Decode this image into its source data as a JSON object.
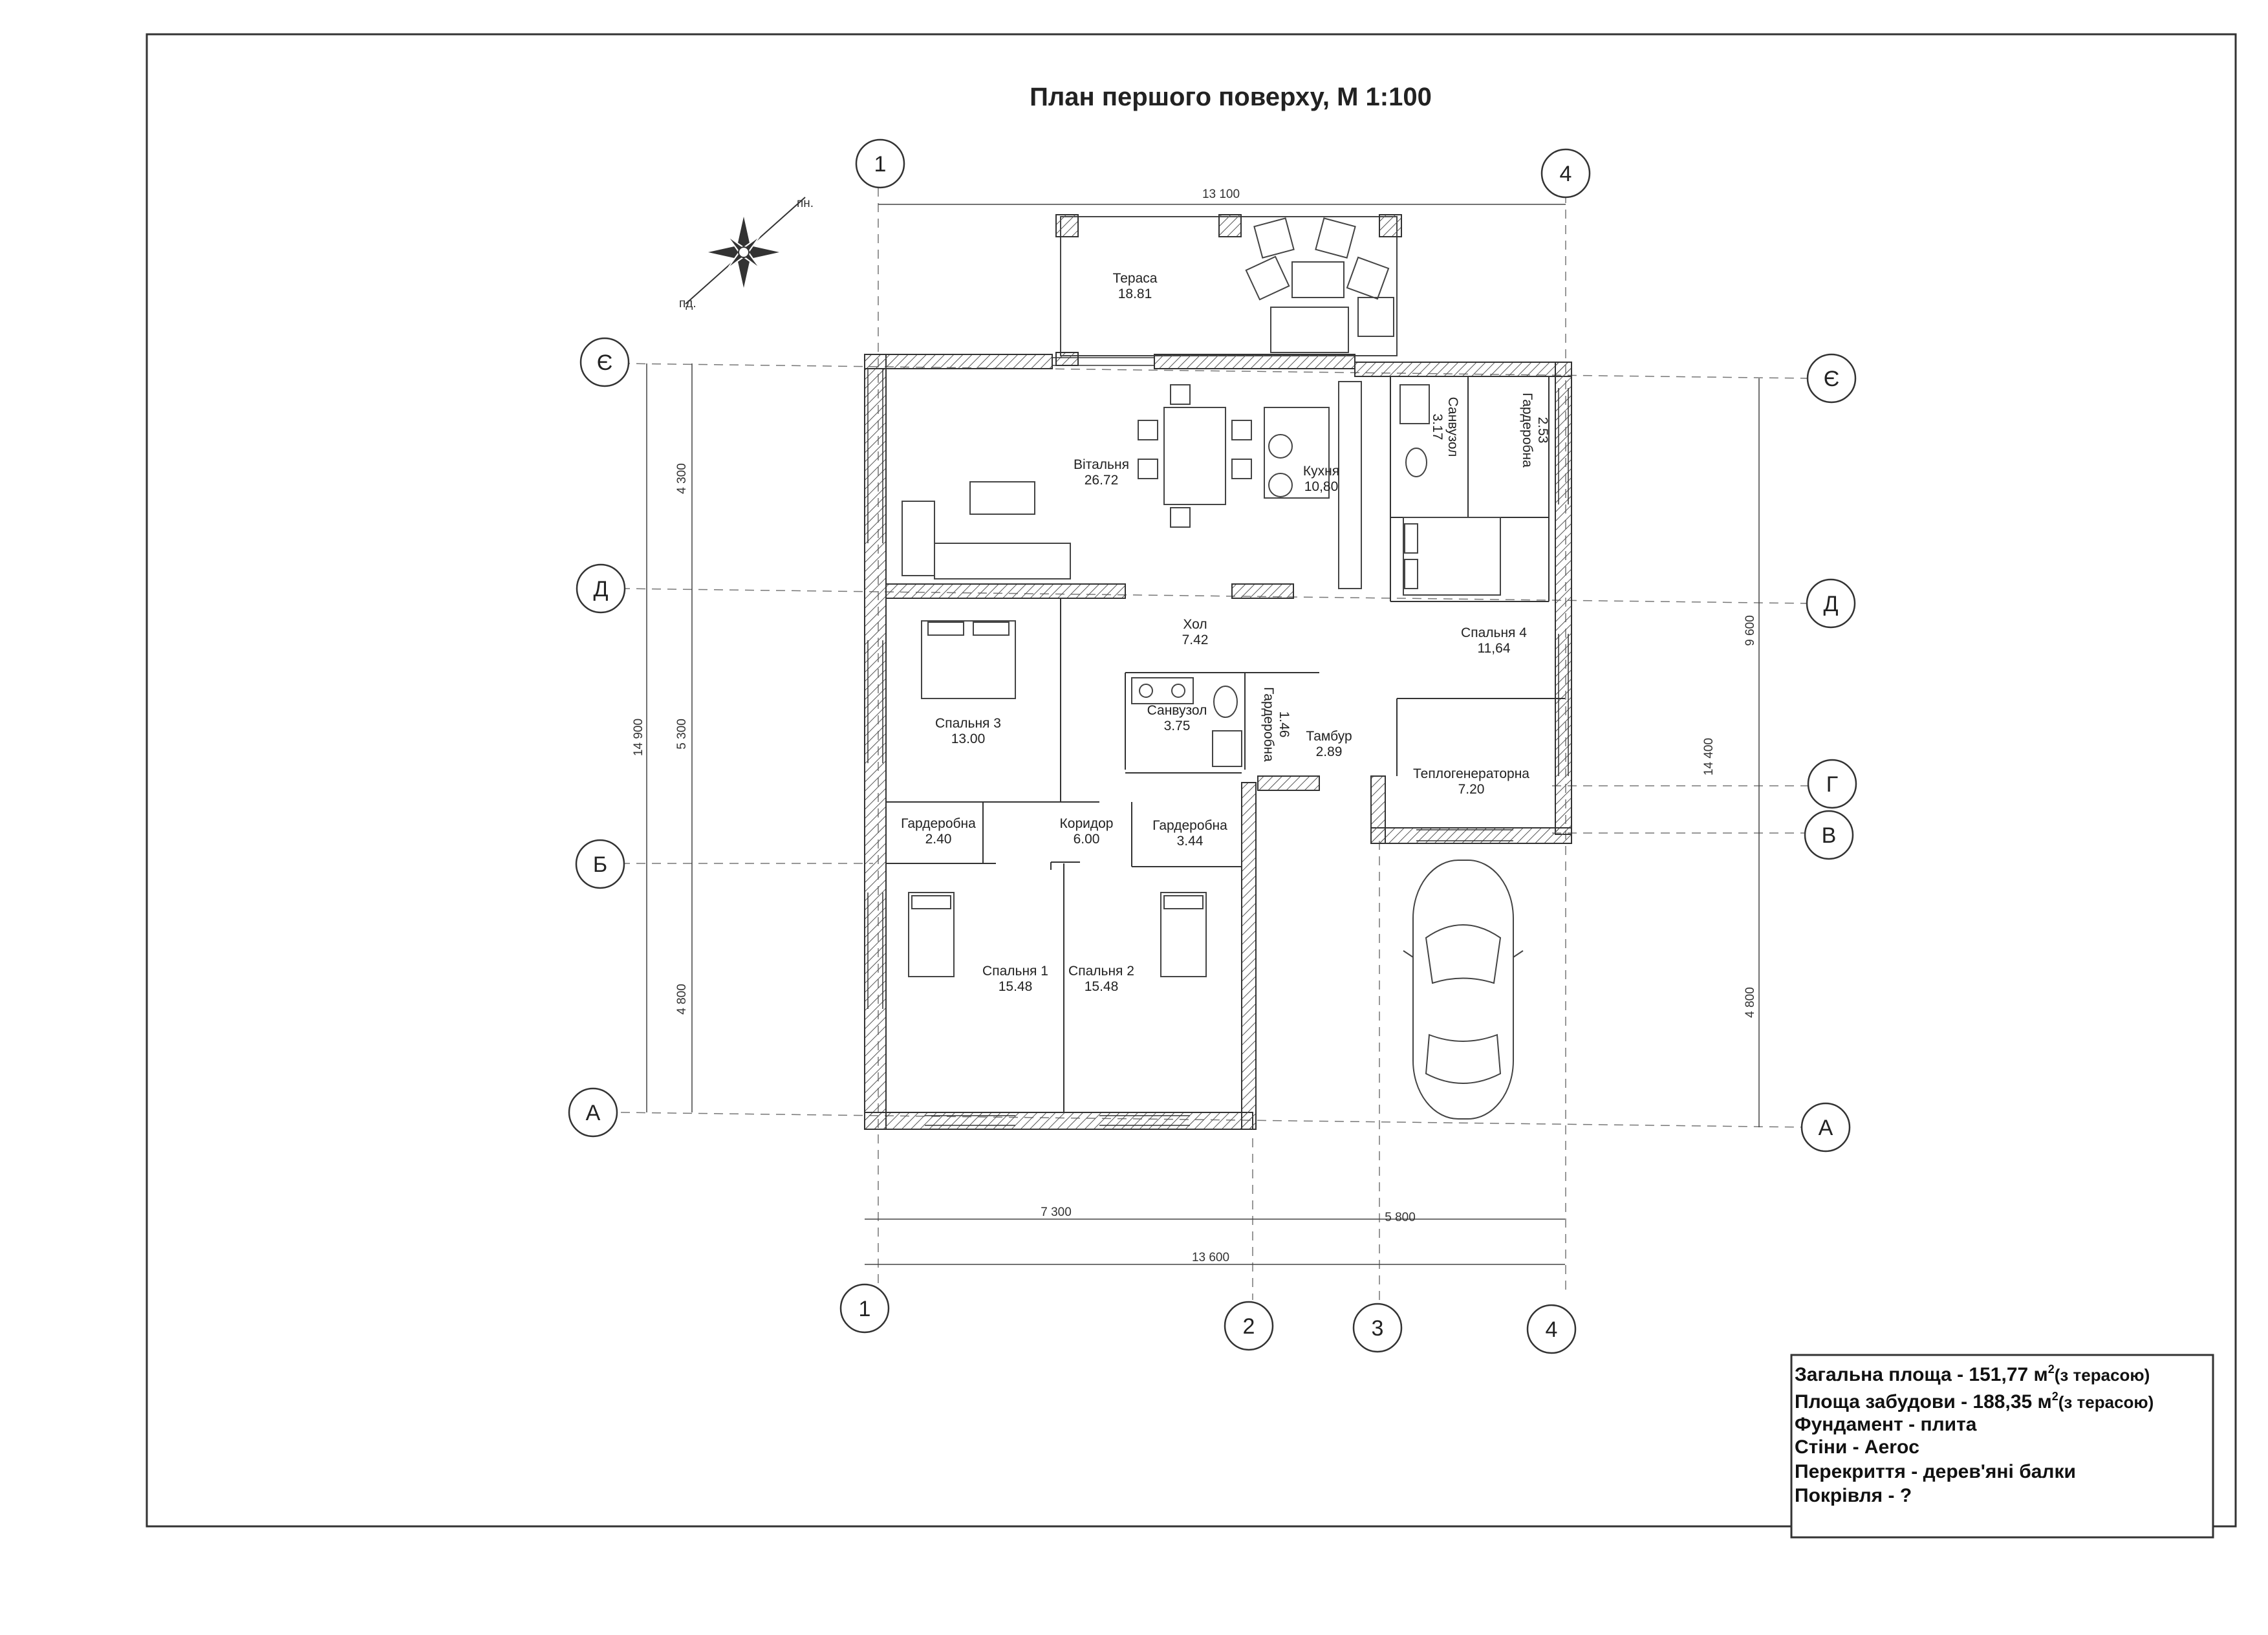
{
  "title": "План першого поверху, М 1:100",
  "compass": {
    "north": "пн.",
    "south": "пд."
  },
  "axes": {
    "top": [
      "1",
      "4"
    ],
    "bottom": [
      "1",
      "2",
      "3",
      "4"
    ],
    "left": [
      "Є",
      "Д",
      "Б",
      "А"
    ],
    "right": [
      "Є",
      "Д",
      "Г",
      "В",
      "А"
    ]
  },
  "dimensions": {
    "top_overall": "13 100",
    "bottom_seg1": "7 300",
    "bottom_seg2": "5 800",
    "bottom_overall": "13 600",
    "left_seg1": "4 300",
    "left_seg2": "5 300",
    "left_seg3": "4 800",
    "left_overall": "14 900",
    "right_seg1": "9 600",
    "right_overall": "14 400",
    "right_seg2": "4 800"
  },
  "rooms": [
    {
      "name": "Тераса",
      "area": "18.81"
    },
    {
      "name": "Вітальня",
      "area": "26.72"
    },
    {
      "name": "Кухня",
      "area": "10,80"
    },
    {
      "name": "Санвузол",
      "area": "3.17"
    },
    {
      "name": "Гардеробна",
      "area": "2.53"
    },
    {
      "name": "Хол",
      "area": "7.42"
    },
    {
      "name": "Спальня 4",
      "area": "11,64"
    },
    {
      "name": "Спальня 3",
      "area": "13.00"
    },
    {
      "name": "Санвузол",
      "area": "3.75"
    },
    {
      "name": "Гардеробна",
      "area": "1.46"
    },
    {
      "name": "Тамбур",
      "area": "2.89"
    },
    {
      "name": "Теплогенераторна",
      "area": "7.20"
    },
    {
      "name": "Гардеробна",
      "area": "2.40"
    },
    {
      "name": "Коридор",
      "area": "6.00"
    },
    {
      "name": "Гардеробна",
      "area": "3.44"
    },
    {
      "name": "Спальня 1",
      "area": "15.48"
    },
    {
      "name": "Спальня 2",
      "area": "15.48"
    }
  ],
  "info": {
    "rows": [
      {
        "text": "Загальна площа - 151,77 м",
        "sup": "2",
        "suffix": "(з терасою)"
      },
      {
        "text": "Площа забудови - 188,35 м",
        "sup": "2",
        "suffix": "(з терасою)"
      },
      {
        "text": "Фундамент - плита",
        "sup": "",
        "suffix": ""
      },
      {
        "text": "Стіни - Aeroc",
        "sup": "",
        "suffix": ""
      },
      {
        "text": "Перекриття - дерев'яні балки",
        "sup": "",
        "suffix": ""
      },
      {
        "text": "Покрівля - ?",
        "sup": "",
        "suffix": ""
      }
    ]
  }
}
